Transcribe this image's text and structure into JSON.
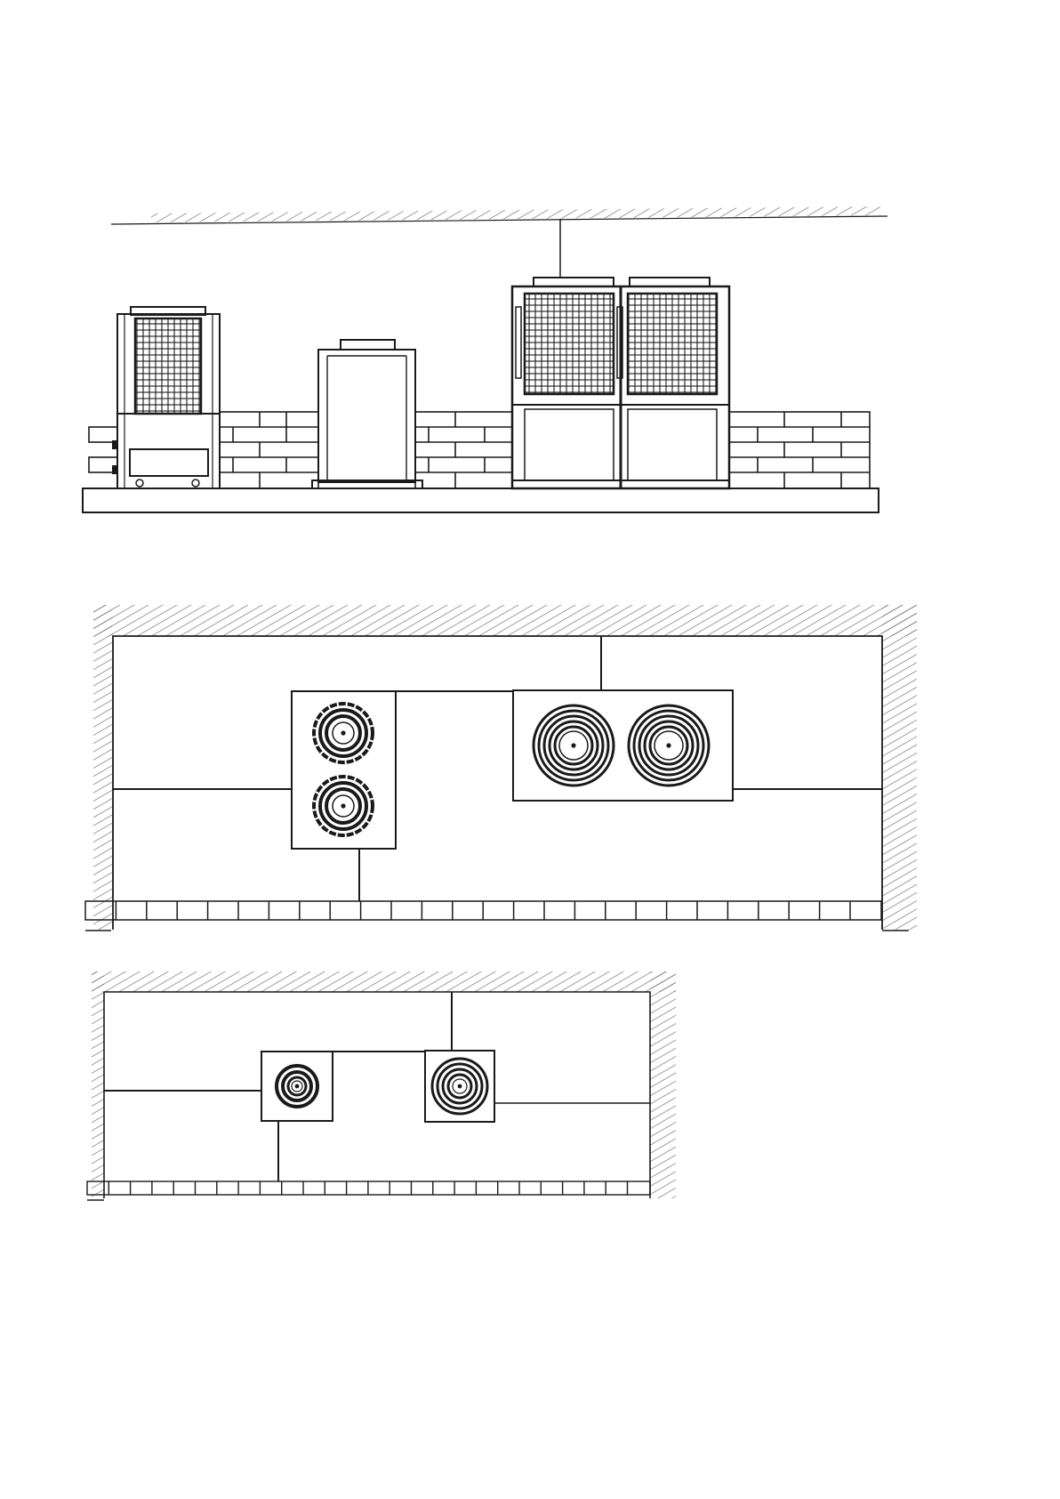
{
  "diagram": {
    "kind": "installation-clearance-drawing",
    "views": [
      {
        "name": "front-elevation",
        "units": [
          "small-side-discharge-unit",
          "small-top-discharge-unit",
          "twin-module-unit"
        ]
      },
      {
        "name": "plan-view-large",
        "units": [
          "two-fan-small-unit",
          "two-fan-large-unit"
        ]
      },
      {
        "name": "plan-view-small",
        "units": [
          "single-fan-unit-left",
          "single-fan-unit-right"
        ]
      }
    ],
    "colors": {
      "line": "#1a1a1a",
      "hatch": "#6b6b6b",
      "background": "#ffffff"
    }
  }
}
